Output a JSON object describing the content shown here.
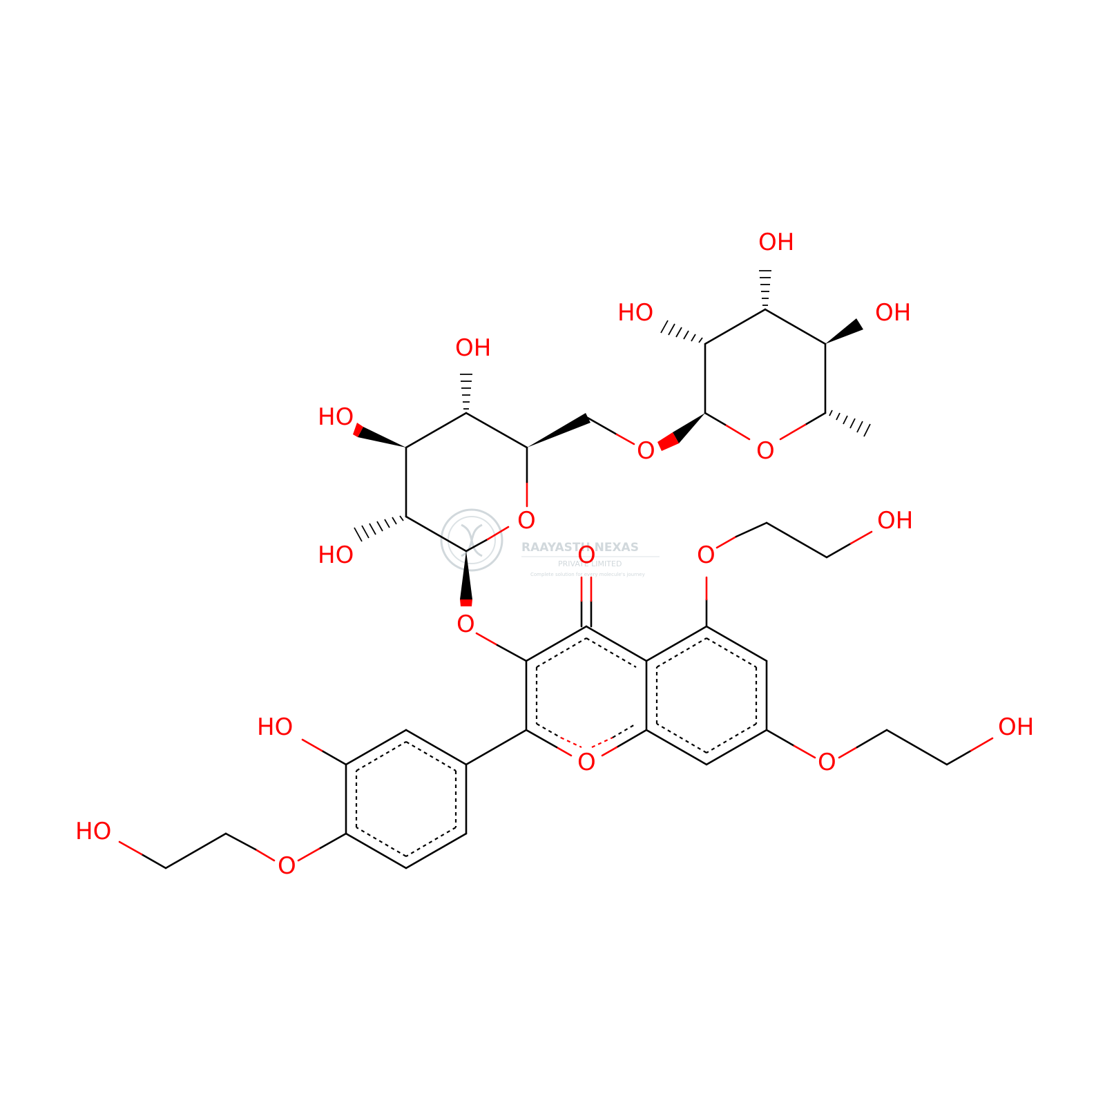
{
  "watermark": {
    "company": "RAAYASTH NEXAS",
    "subtitle": "PRIVATE LIMITED",
    "tagline": "Complete solution for every molecule's journey"
  },
  "labels": {
    "oh_rha_top": "OH",
    "oh_rha_left": "HO",
    "oh_rha_right": "OH",
    "o_rha_ring": "O",
    "o_glycosidic_link": "O",
    "oh_glc_top": "OH",
    "oh_glc_left": "HO",
    "o_glc_ring": "O",
    "oh_glc_bottom": "HO",
    "o_flavone_c3": "O",
    "o_carbonyl": "O",
    "o_c5_ether": "O",
    "oh_c5_chain": "OH",
    "o_pyran": "O",
    "o_c7_ether": "O",
    "oh_c7_chain": "OH",
    "oh_b_ring": "HO",
    "o_b_ring_ether": "O",
    "oh_b_ring_chain": "HO"
  },
  "colors": {
    "carbon_bond": "#000000",
    "oxygen": "#ff0000",
    "watermark": "#c9d2d6"
  }
}
